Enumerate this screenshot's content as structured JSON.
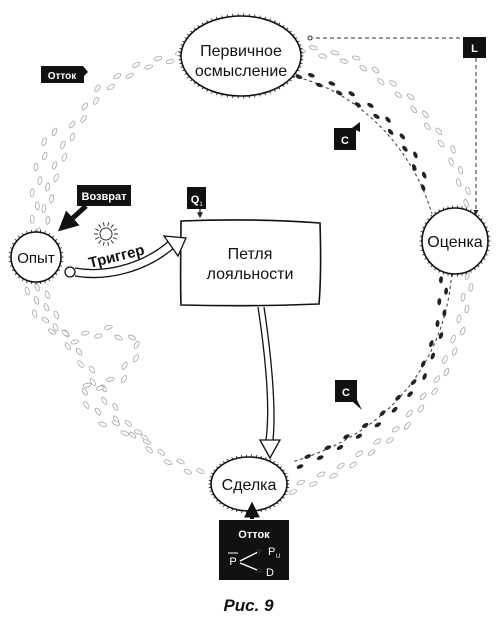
{
  "nodes": {
    "primary": "Первичное\nосмысление",
    "evaluation": "Оценка",
    "deal": "Сделка",
    "experience": "Опыт",
    "loop": "Петля\nлояльности"
  },
  "labels": {
    "trigger": "Триггер",
    "outflow_top": "Отток",
    "return": "Возврат",
    "l": "L",
    "c_top": "C",
    "c_bottom": "C",
    "q": "Q",
    "q_sub": "1",
    "outflow_bottom": "Отток",
    "p": "P",
    "pu": "P",
    "pu_sub": "U",
    "d": "D"
  },
  "caption": "Рис. 9"
}
